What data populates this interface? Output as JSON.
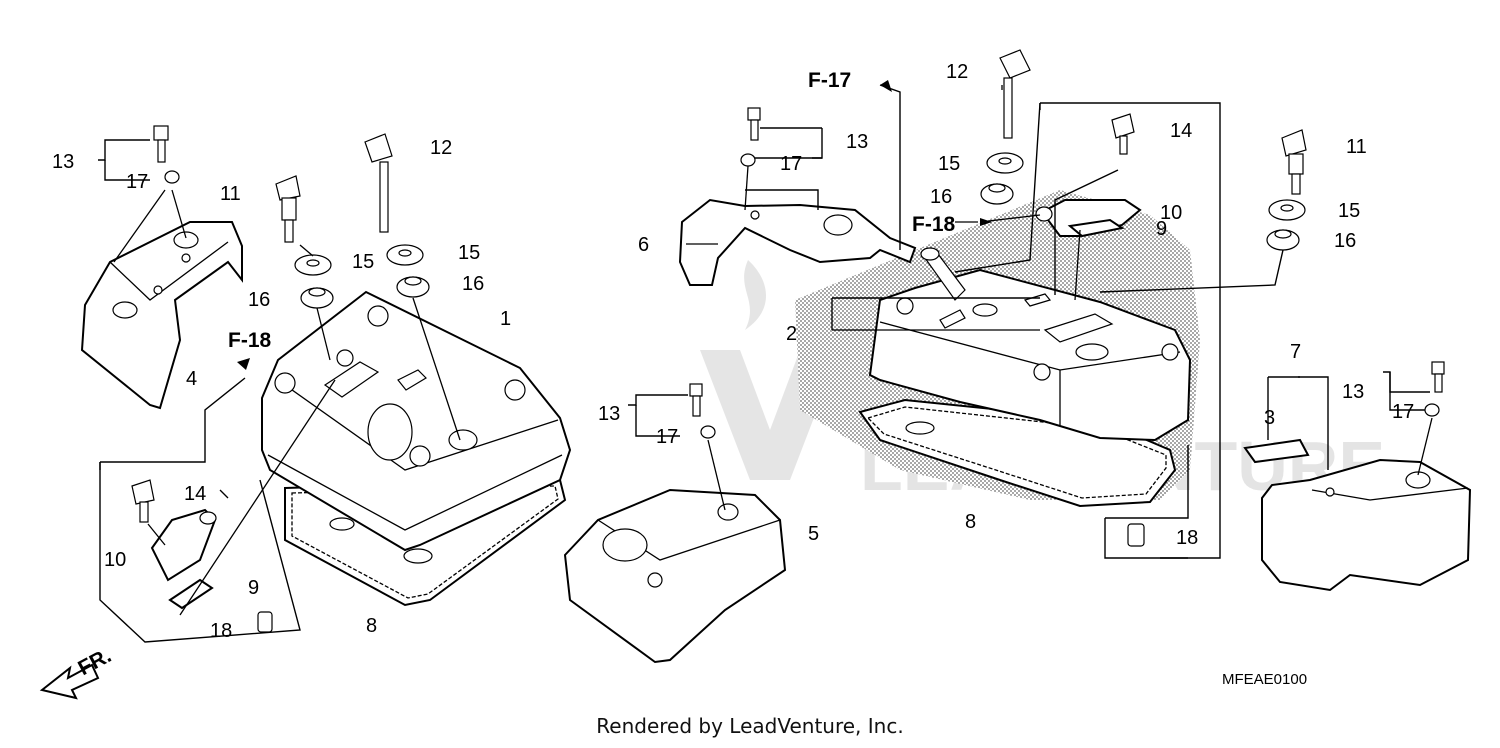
{
  "diagram_code": "MFEAE0100",
  "render_credit": "Rendered by LeadVenture, Inc.",
  "direction_label": "FR.",
  "watermark": "LEADVENTURE",
  "references": [
    {
      "id": "ref-f17",
      "text": "F-17"
    },
    {
      "id": "ref-f18-left",
      "text": "F-18"
    },
    {
      "id": "ref-f18-right",
      "text": "F-18"
    }
  ],
  "callouts": {
    "c1": "1",
    "c2": "2",
    "c3": "3",
    "c4": "4",
    "c5": "5",
    "c6": "6",
    "c7": "7",
    "c8a": "8",
    "c8b": "8",
    "c9a": "9",
    "c9b": "9",
    "c10a": "10",
    "c10b": "10",
    "c11a": "11",
    "c11b": "11",
    "c12a": "12",
    "c12b": "12",
    "c13a": "13",
    "c13b": "13",
    "c13c": "13",
    "c13d": "13",
    "c14a": "14",
    "c14b": "14",
    "c15a": "15",
    "c15b": "15",
    "c15c": "15",
    "c15d": "15",
    "c16a": "16",
    "c16b": "16",
    "c16c": "16",
    "c16d": "16",
    "c17a": "17",
    "c17b": "17",
    "c17c": "17",
    "c17d": "17",
    "c18a": "18",
    "c18b": "18"
  }
}
